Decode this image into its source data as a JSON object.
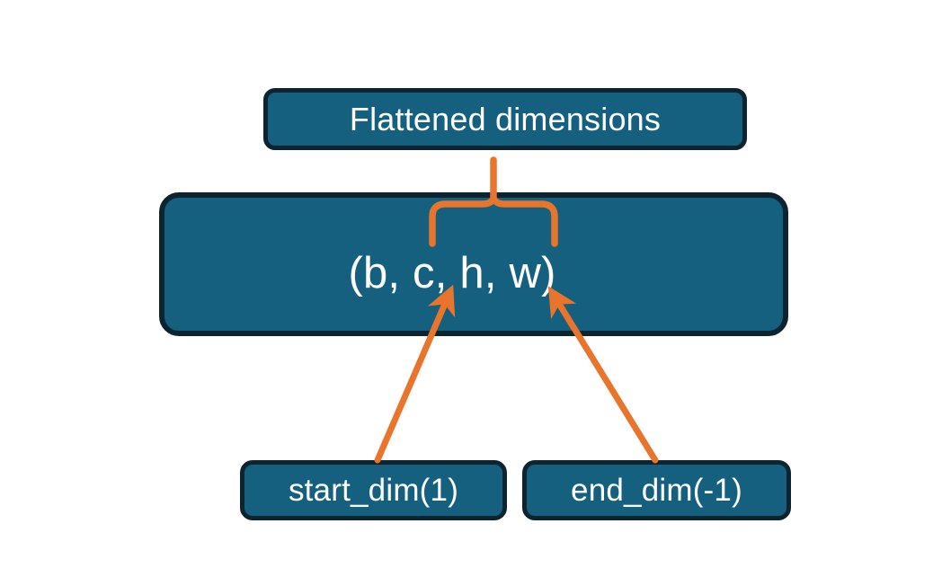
{
  "diagram": {
    "title": "Flatten dimensions diagram",
    "background_color": "#ffffff",
    "node_fill_color": "#16607f",
    "node_border_color": "#0c2430",
    "node_text_color": "#ffffff",
    "accent_color": "#e8752b",
    "nodes": {
      "flattened": {
        "label": "Flattened dimensions"
      },
      "shape": {
        "label": "(b, c, h, w)"
      },
      "start_dim": {
        "label": "start_dim(1)"
      },
      "end_dim": {
        "label": "end_dim(-1)"
      }
    },
    "connectors": {
      "brace": {
        "name": "curly-brace-up",
        "color": "#e8752b",
        "spans_dimensions": "c, h, w"
      },
      "arrow_start_dim": {
        "name": "arrow-start-dim-to-c",
        "color": "#e8752b",
        "from": "start_dim(1)",
        "to": "c"
      },
      "arrow_end_dim": {
        "name": "arrow-end-dim-to-w",
        "color": "#e8752b",
        "from": "end_dim(-1)",
        "to": "w"
      }
    }
  }
}
